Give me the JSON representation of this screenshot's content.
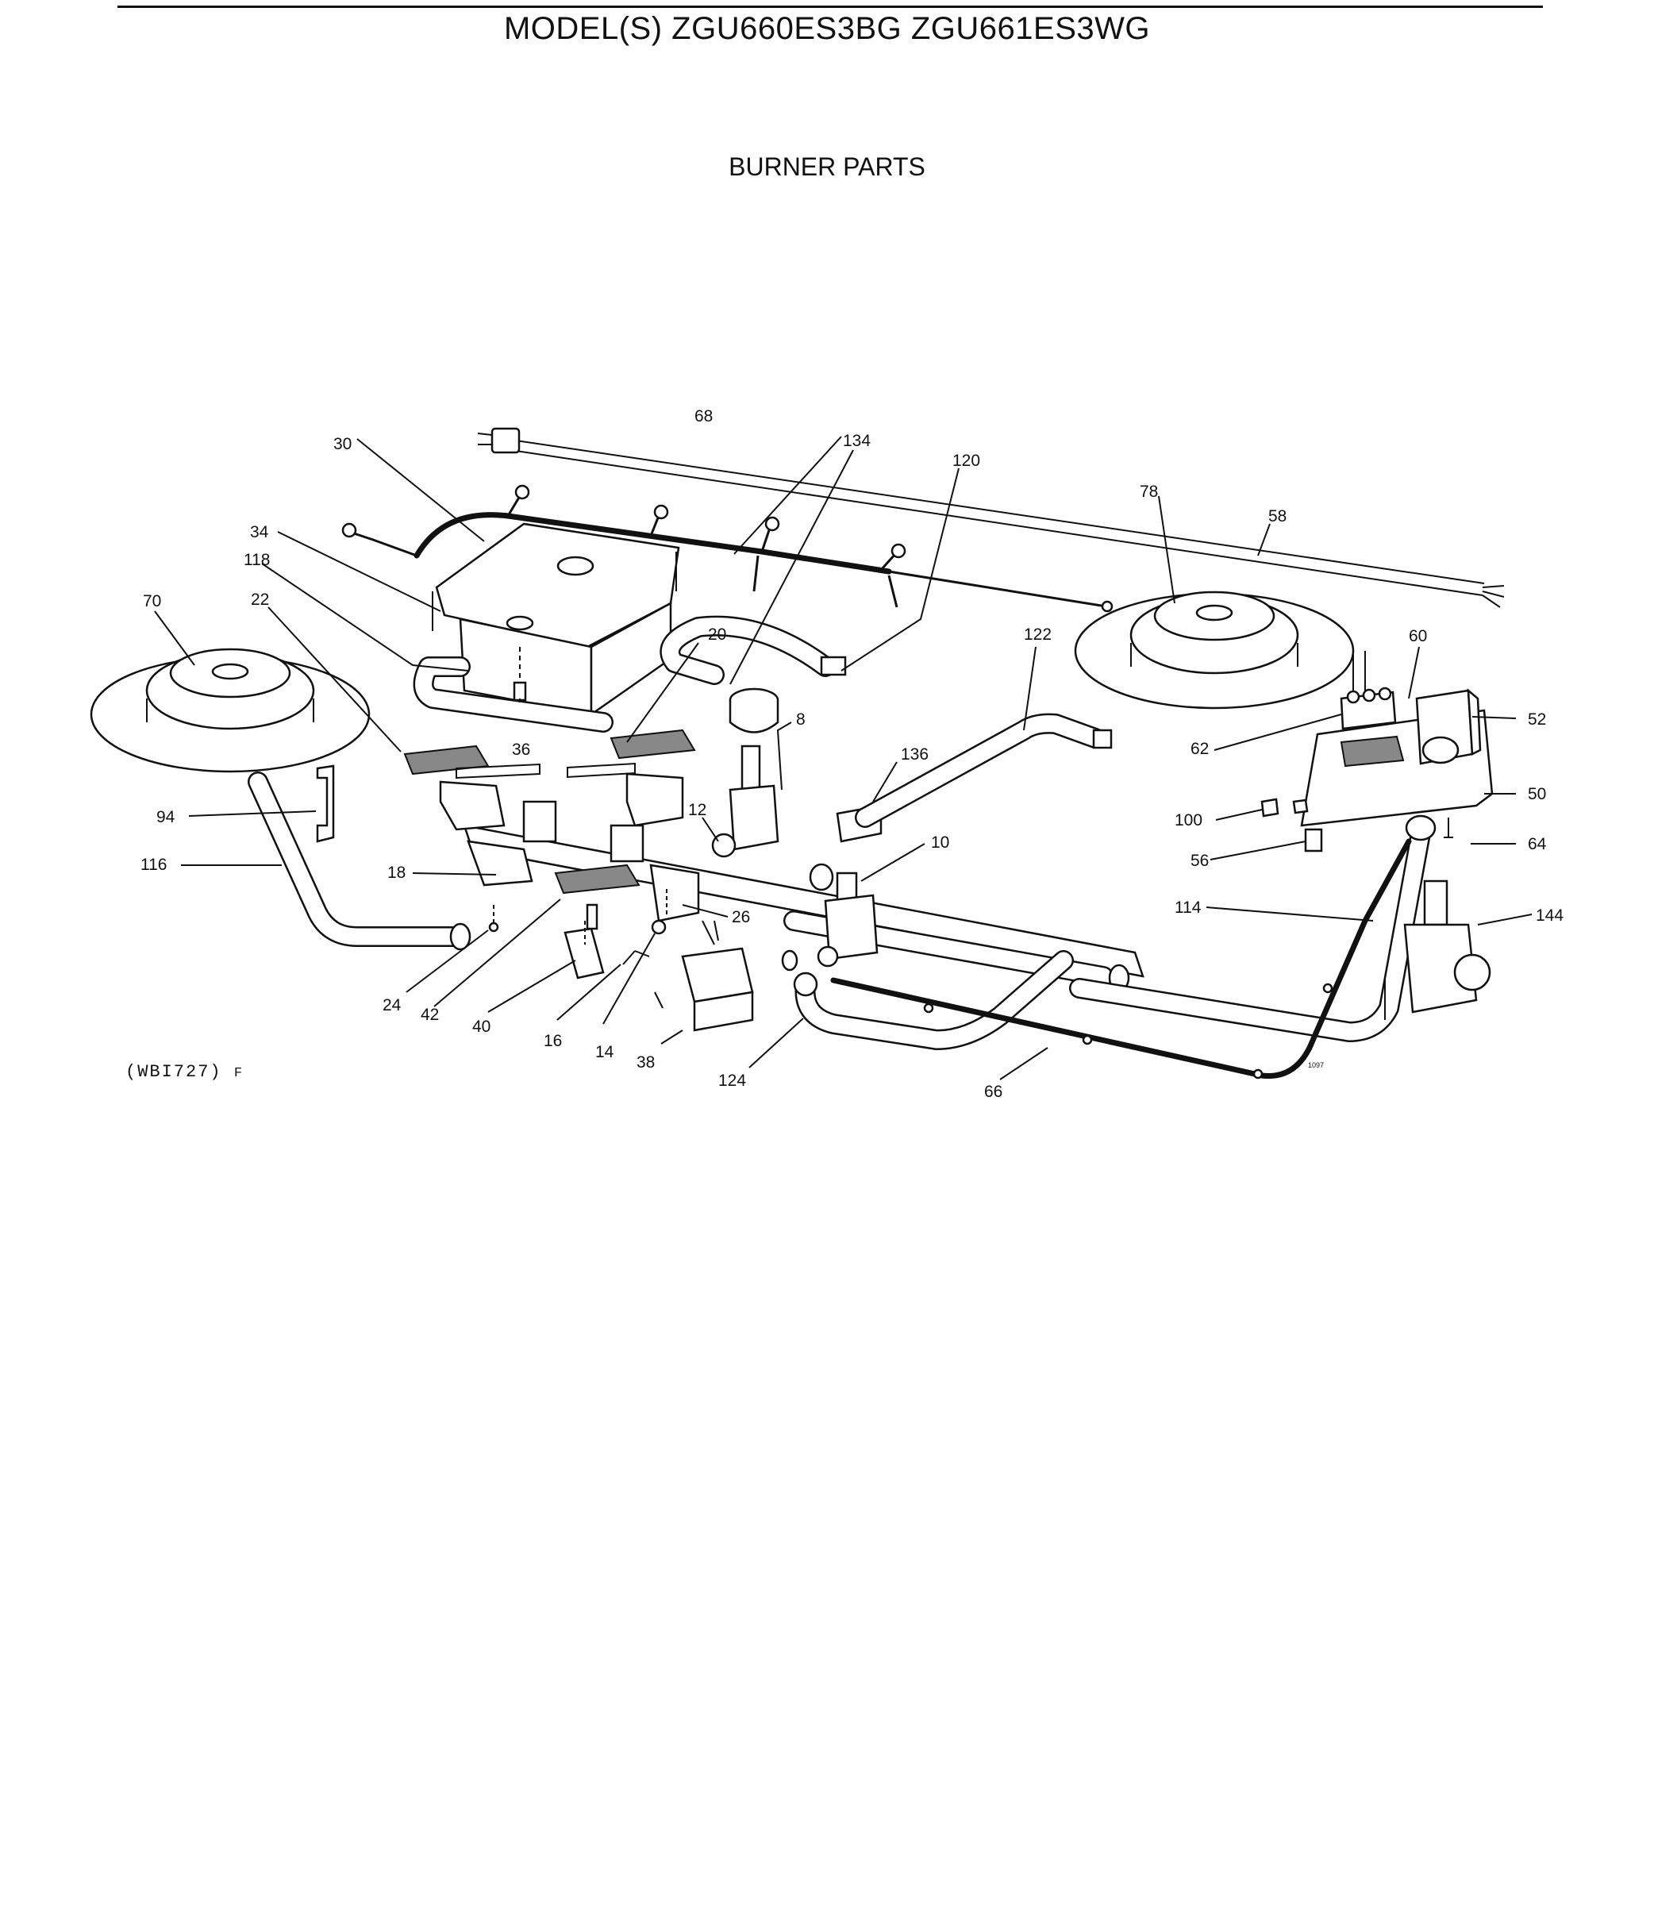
{
  "header": {
    "model_title": "MODEL(S) ZGU660ES3BG  ZGU661ES3WG",
    "section_title": "BURNER PARTS"
  },
  "footer": {
    "ref_code": "(WBI727)",
    "ref_suffix": "F",
    "small_mark": "1097"
  },
  "callouts": [
    "68",
    "134",
    "120",
    "30",
    "78",
    "58",
    "34",
    "118",
    "70",
    "22",
    "20",
    "122",
    "60",
    "52",
    "8",
    "62",
    "36",
    "136",
    "94",
    "12",
    "100",
    "50",
    "10",
    "64",
    "116",
    "18",
    "56",
    "26",
    "114",
    "144",
    "24",
    "42",
    "40",
    "16",
    "14",
    "38",
    "124",
    "66"
  ]
}
